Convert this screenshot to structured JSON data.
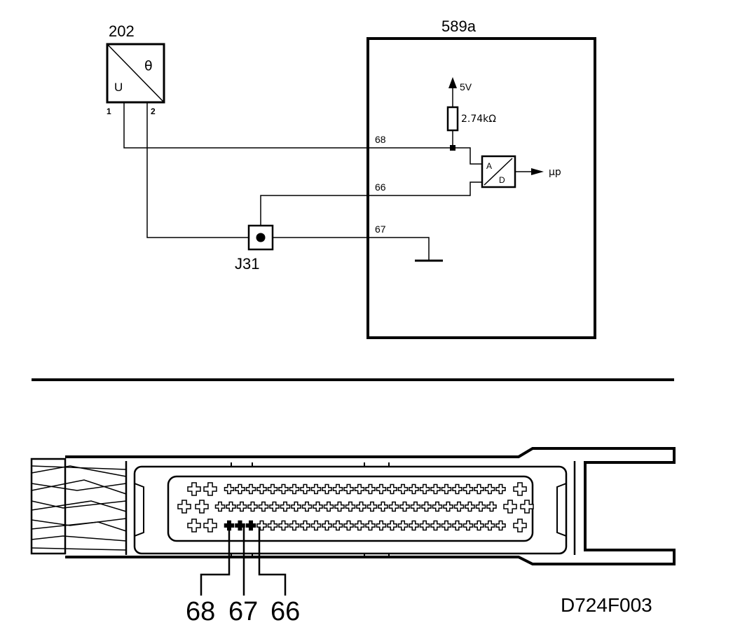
{
  "sensor": {
    "ref": "202",
    "symbol_u": "U",
    "symbol_theta": "θ",
    "pin1": "1",
    "pin2": "2"
  },
  "ecu": {
    "ref": "589a"
  },
  "supply": {
    "voltage": "5V"
  },
  "resistor": {
    "value": "2.74kΩ"
  },
  "adc": {
    "label_a": "A",
    "label_d": "D",
    "output": "μp"
  },
  "junction": {
    "ref": "J31"
  },
  "wires": {
    "w68": "68",
    "w66": "66",
    "w67": "67"
  },
  "connector_pins": {
    "p68": "68",
    "p67": "67",
    "p66": "66"
  },
  "figure_id": "D724F003",
  "colors": {
    "ink": "#000000",
    "paper": "#ffffff"
  }
}
